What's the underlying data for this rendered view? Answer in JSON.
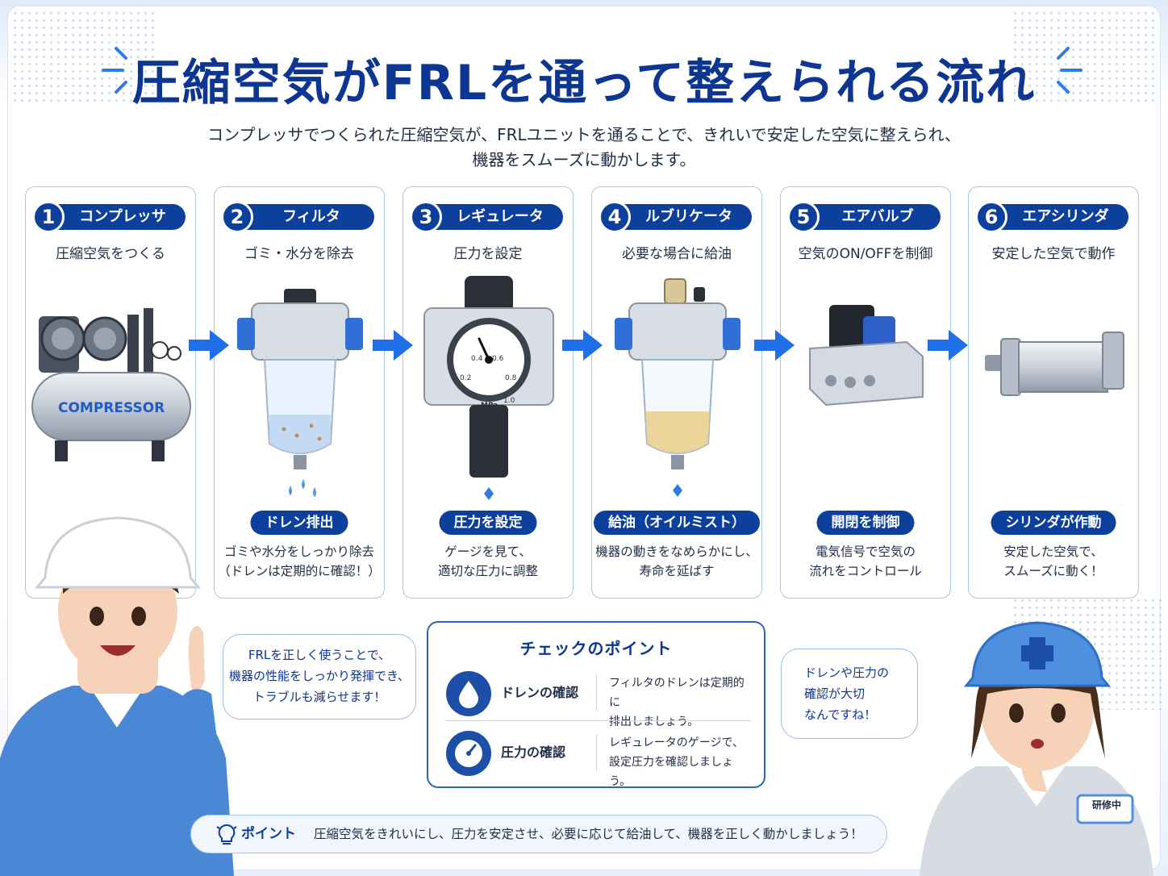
{
  "header": {
    "title": "圧縮空気がFRLを通って整えられる流れ",
    "subtitle_lines": [
      "コンプレッサでつくられた圧縮空気が、FRLユニットを通ることで、きれいで安定した空気に整えられ、",
      "機器をスムーズに動かします。"
    ]
  },
  "steps": [
    {
      "number": "1",
      "name": "コンプレッサ",
      "description": "圧縮空気をつくる",
      "illustration_label": "COMPRESSOR",
      "badge": "",
      "note_lines": [
        "",
        ""
      ]
    },
    {
      "number": "2",
      "name": "フィルタ",
      "description": "ゴミ・水分を除去",
      "badge": "ドレン排出",
      "note_lines": [
        "ゴミや水分をしっかり除去",
        "（ドレンは定期的に確認！）"
      ]
    },
    {
      "number": "3",
      "name": "レギュレータ",
      "description": "圧力を設定",
      "badge": "圧力を設定",
      "note_lines": [
        "ゲージを見て、",
        "適切な圧力に調整"
      ],
      "gauge_ticks": [
        "0.2",
        "0.4",
        "0.6",
        "0.8",
        "1.0"
      ],
      "gauge_unit": "MPa"
    },
    {
      "number": "4",
      "name": "ルブリケータ",
      "description": "必要な場合に給油",
      "badge": "給油（オイルミスト）",
      "note_lines": [
        "機器の動きをなめらかにし、",
        "寿命を延ばす"
      ]
    },
    {
      "number": "5",
      "name": "エアバルブ",
      "description": "空気のON/OFFを制御",
      "badge": "開閉を制御",
      "note_lines": [
        "電気信号で空気の",
        "流れをコントロール"
      ]
    },
    {
      "number": "6",
      "name": "エアシリンダ",
      "description": "安定した空気で動作",
      "badge": "シリンダが作動",
      "note_lines": [
        "安定した空気で、",
        "スムーズに動く！"
      ]
    }
  ],
  "speech": {
    "left_lines": [
      "FRLを正しく使うことで、",
      "機器の性能をしっかり発揮でき、",
      "トラブルも減らせます！"
    ],
    "right_lines": [
      "ドレンや圧力の",
      "確認が大切",
      "なんですね！"
    ],
    "right_person_badge": "研修中"
  },
  "checkpoints": {
    "title": "チェックのポイント",
    "items": [
      {
        "icon": "water-drop-icon",
        "name": "ドレンの確認",
        "desc_lines": [
          "フィルタのドレンは定期的に",
          "排出しましょう。"
        ]
      },
      {
        "icon": "pressure-gauge-icon",
        "name": "圧力の確認",
        "desc_lines": [
          "レギュレータのゲージで、",
          "設定圧力を確認しましょう。"
        ]
      }
    ]
  },
  "point": {
    "icon": "lightbulb-icon",
    "label": "ポイント",
    "text": "圧縮空気をきれいにし、圧力を安定させ、必要に応じて給油して、機器を正しく動かしましょう！"
  },
  "colors": {
    "navy": "#0d3f9c",
    "title_blue": "#0d3592",
    "arrow_blue": "#1f6fe8",
    "card_border": "#a9c6ec",
    "water_blue": "#4f9be8",
    "oil_amber": "#e9cf8a"
  }
}
